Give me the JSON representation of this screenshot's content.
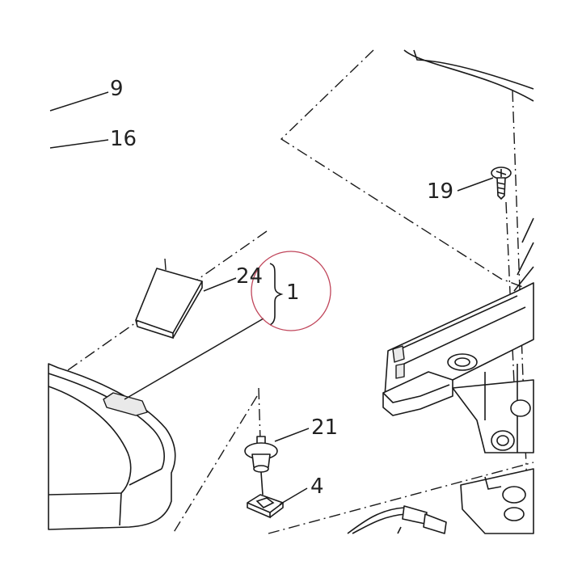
{
  "callouts": {
    "c9": "9",
    "c16": "16",
    "c19": "19",
    "c24": "24",
    "c1": "1",
    "c21": "21",
    "c4": "4"
  },
  "colors": {
    "line": "#1a1a1a",
    "highlight_circle": "#c0455a",
    "background": "#ffffff"
  }
}
